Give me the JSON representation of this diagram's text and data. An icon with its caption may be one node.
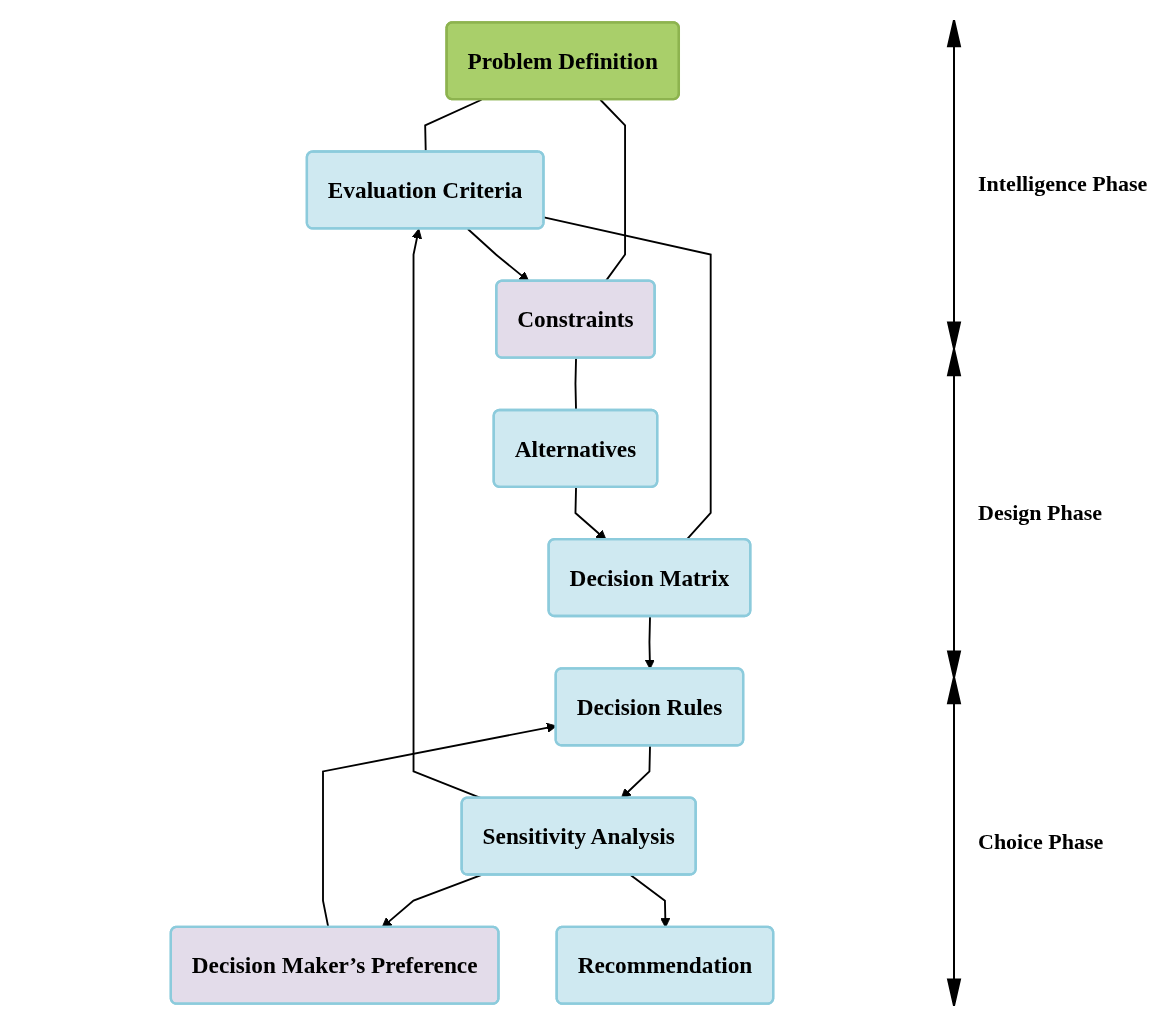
{
  "diagram": {
    "nodes": [
      {
        "text": [
          "Problem Definition"
        ]
      },
      {
        "text": [
          "Evaluation Criteria"
        ]
      },
      {
        "text": [
          "Constraints"
        ]
      },
      {
        "text": [
          "Decision Matrix"
        ]
      },
      {
        "text": [
          "Alternatives"
        ]
      },
      {
        "text": [
          "Decision Maker’s Preference"
        ]
      },
      {
        "text": [
          "Decision Rules"
        ]
      },
      {
        "text": [
          "Sensitivity Analysis"
        ]
      },
      {
        "text": [
          "Recommendation"
        ]
      }
    ],
    "edges": [
      {
        "from": 0,
        "to": 1,
        "arrow": "none"
      },
      {
        "from": 0,
        "to": 2,
        "arrow": "none"
      },
      {
        "from": 1,
        "to": 2,
        "arrow": "to"
      },
      {
        "from": 1,
        "to": 3,
        "arrow": "none"
      },
      {
        "from": 2,
        "to": 4,
        "arrow": "none"
      },
      {
        "from": 4,
        "to": 3,
        "arrow": "to"
      },
      {
        "from": 3,
        "to": 6,
        "arrow": "to"
      },
      {
        "from": 5,
        "to": 6,
        "arrow": "to"
      },
      {
        "from": 6,
        "to": 7,
        "arrow": "to"
      },
      {
        "from": 7,
        "to": 1,
        "arrow": "to"
      },
      {
        "from": 7,
        "to": 5,
        "arrow": "to"
      },
      {
        "from": 7,
        "to": 8,
        "arrow": "to"
      }
    ],
    "labels": [
      "Intelligence Phase",
      "Design Phase",
      "Choice Phase"
    ]
  }
}
